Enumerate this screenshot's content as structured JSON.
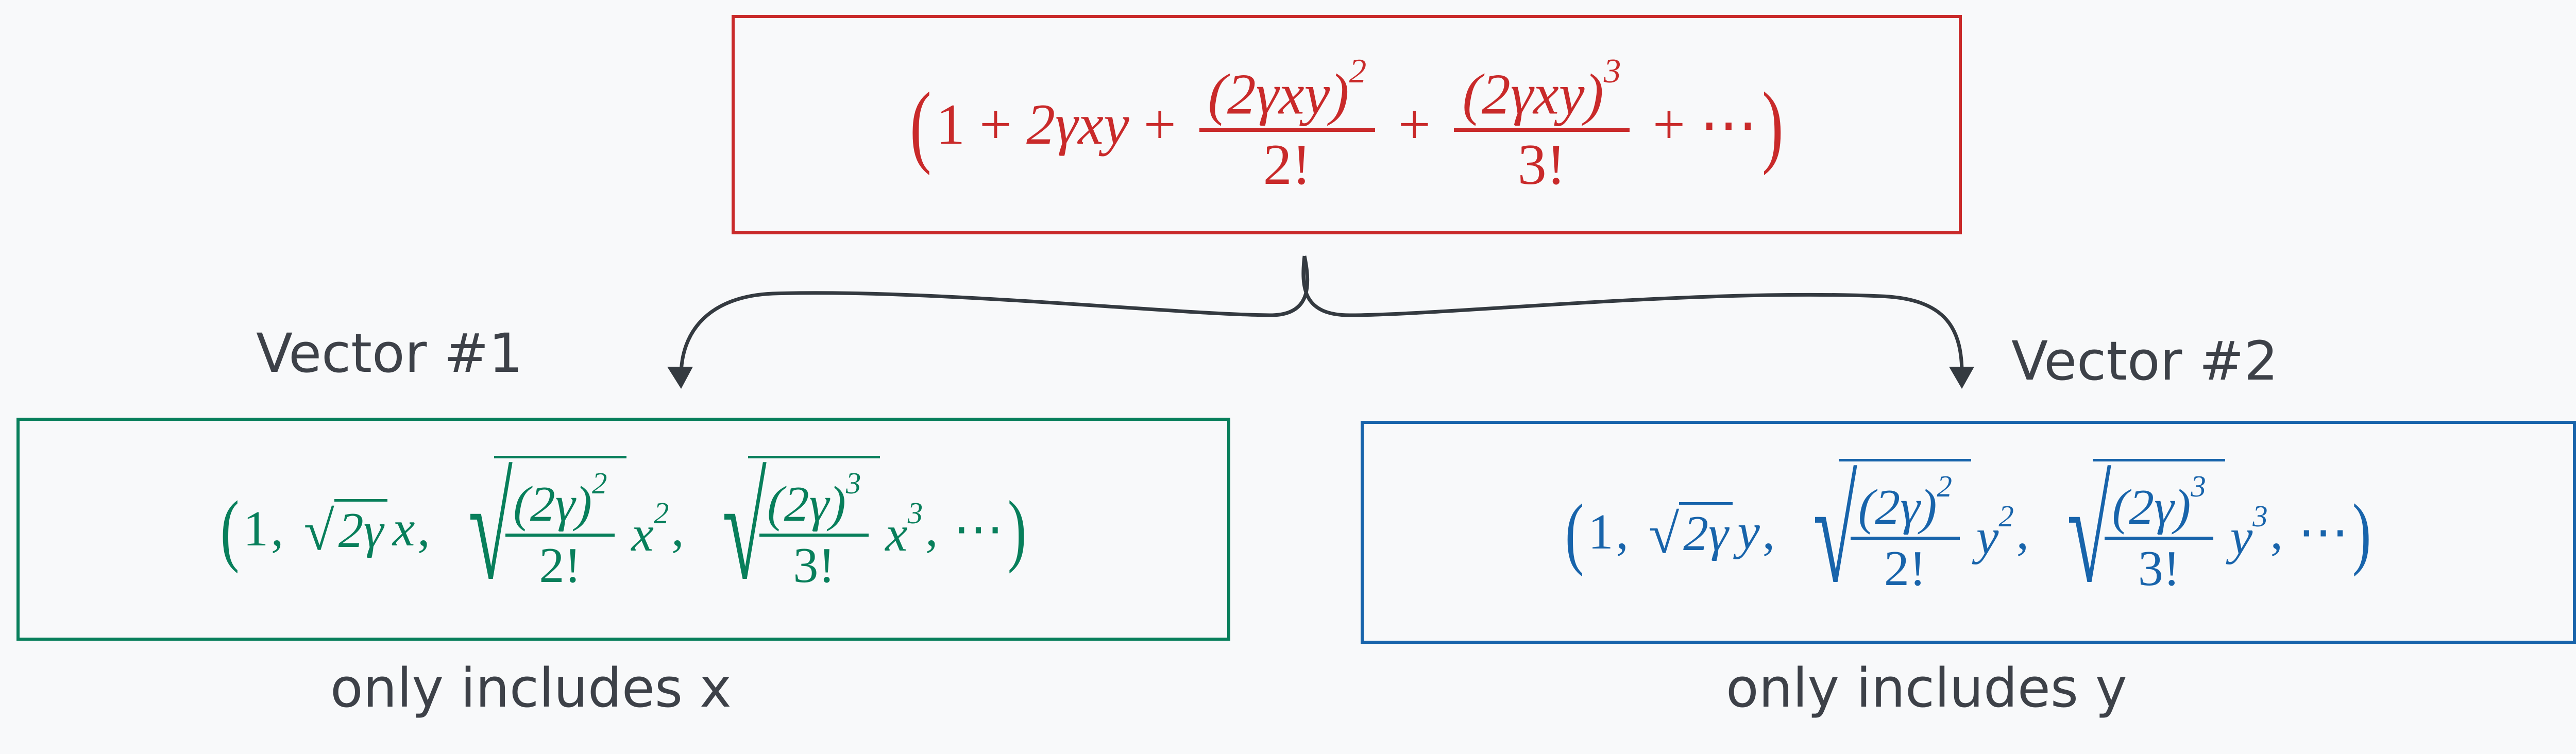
{
  "colors": {
    "background": "#f8f9fa",
    "expansion": "#c92a2a",
    "vector1": "#087f5b",
    "vector2": "#1864ab",
    "annotation": "#343a40"
  },
  "expansion": {
    "open": "(",
    "one": "1",
    "plus": "+",
    "term1": "2γxy",
    "frac2": {
      "num": "(2γxy)",
      "exp": "2",
      "den": "2!"
    },
    "frac3": {
      "num": "(2γxy)",
      "exp": "3",
      "den": "3!"
    },
    "dots": "⋯",
    "close": ")"
  },
  "vector1": {
    "label": "Vector #1",
    "open": "(",
    "one": "1",
    "comma": ",",
    "radical": "√",
    "sqrt1": "2γ",
    "var": "x",
    "frac2": {
      "num": "(2γ)",
      "exp": "2",
      "den": "2!"
    },
    "exp2": "2",
    "frac3": {
      "num": "(2γ)",
      "exp": "3",
      "den": "3!"
    },
    "exp3": "3",
    "dots": "⋯",
    "close": ")",
    "caption": "only includes x"
  },
  "vector2": {
    "label": "Vector #2",
    "open": "(",
    "one": "1",
    "comma": ",",
    "radical": "√",
    "sqrt1": "2γ",
    "var": "y",
    "frac2": {
      "num": "(2γ)",
      "exp": "2",
      "den": "2!"
    },
    "exp2": "2",
    "frac3": {
      "num": "(2γ)",
      "exp": "3",
      "den": "3!"
    },
    "exp3": "3",
    "dots": "⋯",
    "close": ")",
    "caption": "only includes y"
  }
}
